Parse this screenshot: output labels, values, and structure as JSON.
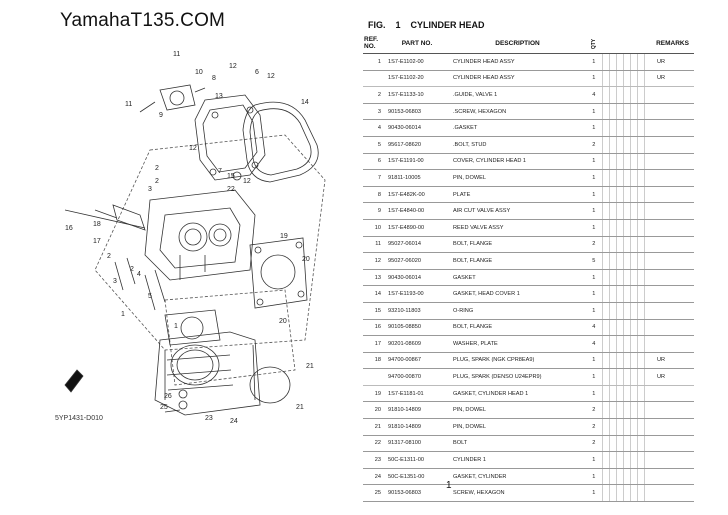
{
  "site_title": "YamahaT135.COM",
  "figure": {
    "label": "FIG.",
    "number": "1",
    "name": "CYLINDER HEAD"
  },
  "table": {
    "headers": {
      "ref": "REF. NO.",
      "part": "PART NO.",
      "desc": "DESCRIPTION",
      "qty": "QTY",
      "remarks": "REMARKS"
    },
    "rows": [
      {
        "ref": "1",
        "part": "1S7-E1102-00",
        "desc": "CYLINDER HEAD ASSY",
        "qty": "1",
        "remarks": "UR"
      },
      {
        "ref": "",
        "part": "1S7-E1102-20",
        "desc": "CYLINDER HEAD ASSY",
        "qty": "1",
        "remarks": "UR"
      },
      {
        "ref": "2",
        "part": "1S7-E1133-10",
        "desc": ".GUIDE, VALVE 1",
        "qty": "4",
        "remarks": ""
      },
      {
        "ref": "3",
        "part": "90153-06803",
        "desc": ".SCREW, HEXAGON",
        "qty": "1",
        "remarks": ""
      },
      {
        "ref": "4",
        "part": "90430-06014",
        "desc": ".GASKET",
        "qty": "1",
        "remarks": ""
      },
      {
        "ref": "5",
        "part": "95617-08620",
        "desc": ".BOLT, STUD",
        "qty": "2",
        "remarks": ""
      },
      {
        "ref": "6",
        "part": "1S7-E1191-00",
        "desc": "COVER, CYLINDER HEAD 1",
        "qty": "1",
        "remarks": ""
      },
      {
        "ref": "7",
        "part": "91811-10005",
        "desc": "PIN, DOWEL",
        "qty": "1",
        "remarks": ""
      },
      {
        "ref": "8",
        "part": "1S7-E482K-00",
        "desc": "PLATE",
        "qty": "1",
        "remarks": ""
      },
      {
        "ref": "9",
        "part": "1S7-E4840-00",
        "desc": "AIR CUT VALVE ASSY",
        "qty": "1",
        "remarks": ""
      },
      {
        "ref": "10",
        "part": "1S7-E4890-00",
        "desc": "REED VALVE ASSY",
        "qty": "1",
        "remarks": ""
      },
      {
        "ref": "11",
        "part": "95027-06014",
        "desc": "BOLT, FLANGE",
        "qty": "2",
        "remarks": ""
      },
      {
        "ref": "12",
        "part": "95027-06020",
        "desc": "BOLT, FLANGE",
        "qty": "5",
        "remarks": ""
      },
      {
        "ref": "13",
        "part": "90430-06014",
        "desc": "GASKET",
        "qty": "1",
        "remarks": ""
      },
      {
        "ref": "14",
        "part": "1S7-E1193-00",
        "desc": "GASKET, HEAD COVER 1",
        "qty": "1",
        "remarks": ""
      },
      {
        "ref": "15",
        "part": "93210-11803",
        "desc": "O-RING",
        "qty": "1",
        "remarks": ""
      },
      {
        "ref": "16",
        "part": "90105-08850",
        "desc": "BOLT, FLANGE",
        "qty": "4",
        "remarks": ""
      },
      {
        "ref": "17",
        "part": "90201-08609",
        "desc": "WASHER, PLATE",
        "qty": "4",
        "remarks": ""
      },
      {
        "ref": "18",
        "part": "94700-00867",
        "desc": "PLUG, SPARK (NGK CPR8EA9)",
        "qty": "1",
        "remarks": "UR"
      },
      {
        "ref": "",
        "part": "94700-00870",
        "desc": "PLUG, SPARK (DENSO U24EPR9)",
        "qty": "1",
        "remarks": "UR"
      },
      {
        "ref": "19",
        "part": "1S7-E1181-01",
        "desc": "GASKET, CYLINDER HEAD 1",
        "qty": "1",
        "remarks": ""
      },
      {
        "ref": "20",
        "part": "91810-14809",
        "desc": "PIN, DOWEL",
        "qty": "2",
        "remarks": ""
      },
      {
        "ref": "21",
        "part": "91810-14809",
        "desc": "PIN, DOWEL",
        "qty": "2",
        "remarks": ""
      },
      {
        "ref": "22",
        "part": "91317-08100",
        "desc": "BOLT",
        "qty": "2",
        "remarks": ""
      },
      {
        "ref": "23",
        "part": "50C-E1311-00",
        "desc": "CYLINDER 1",
        "qty": "1",
        "remarks": ""
      },
      {
        "ref": "24",
        "part": "50C-E1351-00",
        "desc": "GASKET, CYLINDER",
        "qty": "1",
        "remarks": ""
      },
      {
        "ref": "25",
        "part": "90153-06803",
        "desc": "SCREW, HEXAGON",
        "qty": "1",
        "remarks": ""
      }
    ]
  },
  "diagram": {
    "callouts": [
      "11",
      "12",
      "10",
      "8",
      "6",
      "12",
      "13",
      "14",
      "9",
      "11",
      "12",
      "7",
      "15",
      "12",
      "22",
      "2",
      "2",
      "3",
      "18",
      "16",
      "17",
      "2",
      "19",
      "20",
      "2",
      "4",
      "3",
      "1",
      "5",
      "20",
      "1",
      "21",
      "26",
      "25",
      "23",
      "24",
      "21"
    ],
    "code": "5YP1431-D010",
    "fwd_label": "FWD"
  },
  "page_number": "1"
}
